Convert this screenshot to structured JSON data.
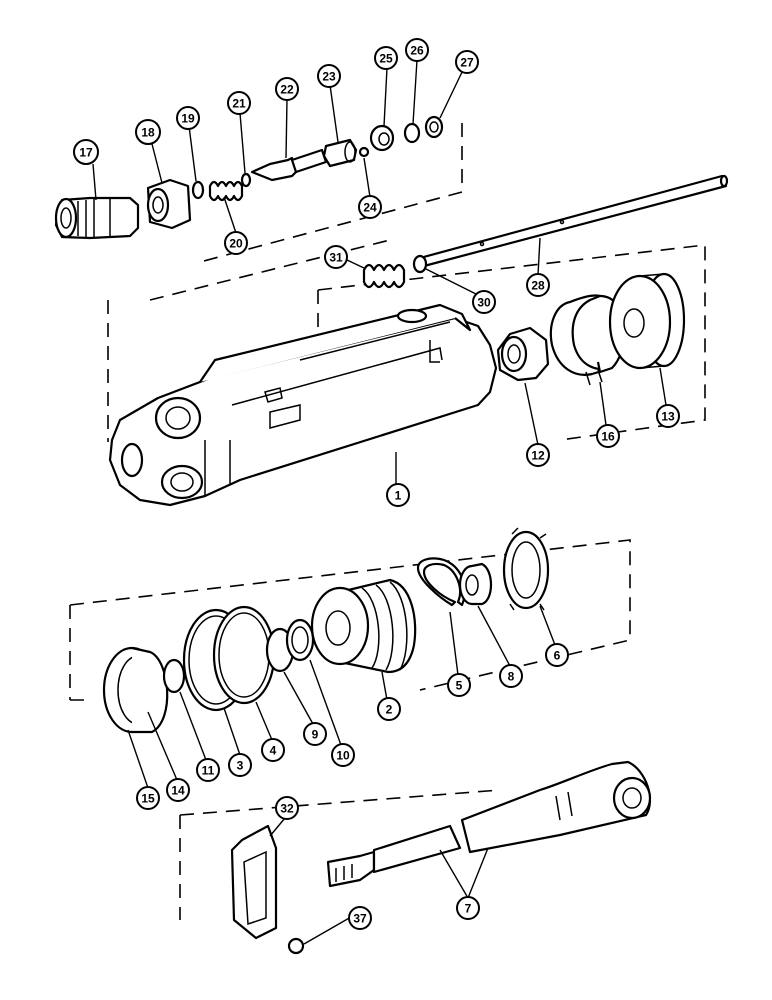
{
  "callouts": {
    "c1": "1",
    "c2": "2",
    "c3": "3",
    "c4": "4",
    "c5": "5",
    "c6": "6",
    "c7": "7",
    "c8": "8",
    "c9": "9",
    "c10": "10",
    "c11": "11",
    "c12": "12",
    "c13": "13",
    "c14": "14",
    "c15": "15",
    "c16": "16",
    "c17": "17",
    "c18": "18",
    "c19": "19",
    "c20": "20",
    "c21": "21",
    "c22": "22",
    "c23": "23",
    "c24": "24",
    "c25": "25",
    "c26": "26",
    "c27": "27",
    "c28": "28",
    "c30": "30",
    "c31": "31",
    "c32": "32",
    "c37": "37"
  }
}
